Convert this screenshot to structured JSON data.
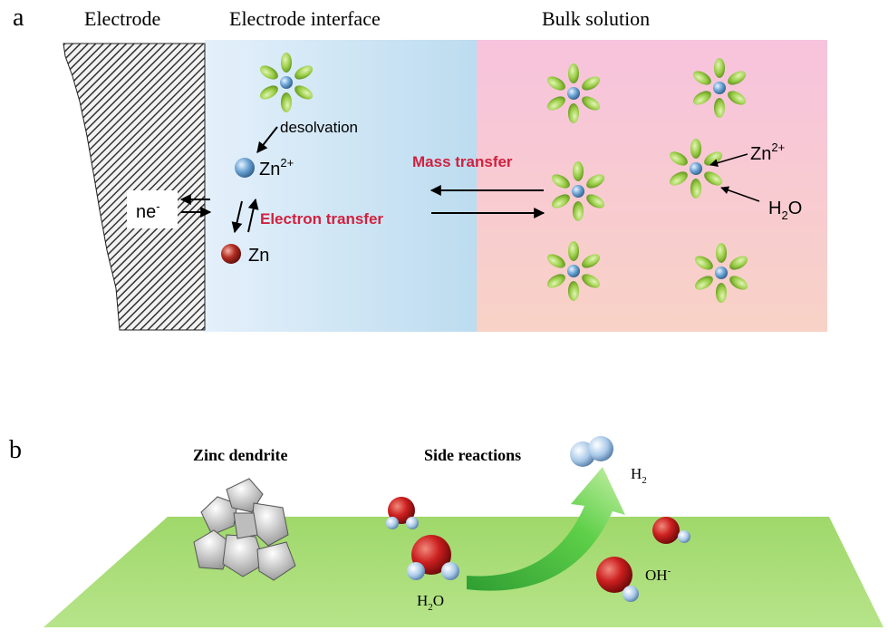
{
  "panel_a": {
    "label": "a",
    "headers": {
      "electrode": "Electrode",
      "interface": "Electrode interface",
      "bulk": "Bulk solution"
    },
    "desolvation": "desolvation",
    "zn_ion": {
      "base": "Zn",
      "sup": "2+"
    },
    "zn_metal": "Zn",
    "electrons": {
      "base": "ne",
      "sup": "-"
    },
    "electron_transfer": "Electron transfer",
    "mass_transfer": "Mass transfer",
    "legend_zn_ion": {
      "base": "Zn",
      "sup": "2+"
    },
    "legend_water": {
      "pre": "H",
      "sub": "2",
      "post": "O"
    },
    "colors": {
      "electron_transfer_text": "#d0213f",
      "mass_transfer_text": "#d0213f",
      "water_lobe": "#8cc63f",
      "zn_ion_sphere": "#5b8fbf",
      "zn_metal_sphere": "#a0231c",
      "interface_fill": "#cfe6f6",
      "bulk_fill": "#f7c6dc"
    }
  },
  "panel_b": {
    "label": "b",
    "zinc_dendrite": "Zinc dendrite",
    "side_reactions": "Side reactions",
    "h2": {
      "pre": "H",
      "sub": "2"
    },
    "h2o": {
      "pre": "H",
      "sub": "2",
      "post": "O"
    },
    "oh": {
      "base": "OH",
      "sup": "-"
    },
    "colors": {
      "surface": "#a6dc73",
      "arrow": "#3dbb3a",
      "oxygen": "#cc1f1f",
      "hydrogen": "#9ec3e6"
    }
  }
}
